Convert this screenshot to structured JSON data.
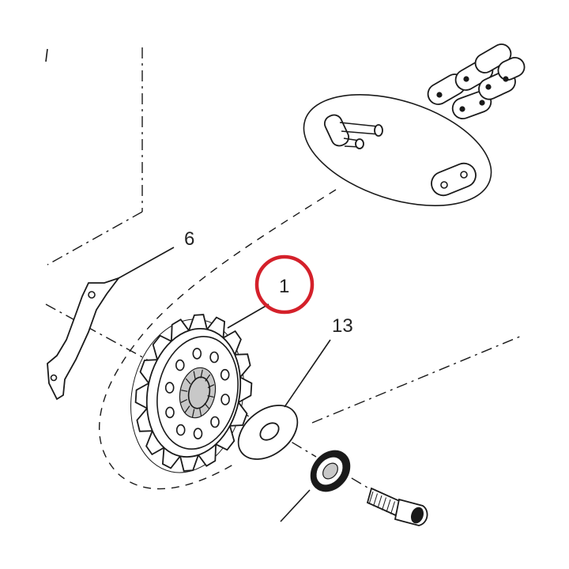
{
  "labels": {
    "sprocket": "1",
    "guard": "6",
    "washer": "13"
  },
  "colors": {
    "highlight": "#d4202a",
    "ink": "#1a1a1a",
    "background": "#ffffff"
  }
}
